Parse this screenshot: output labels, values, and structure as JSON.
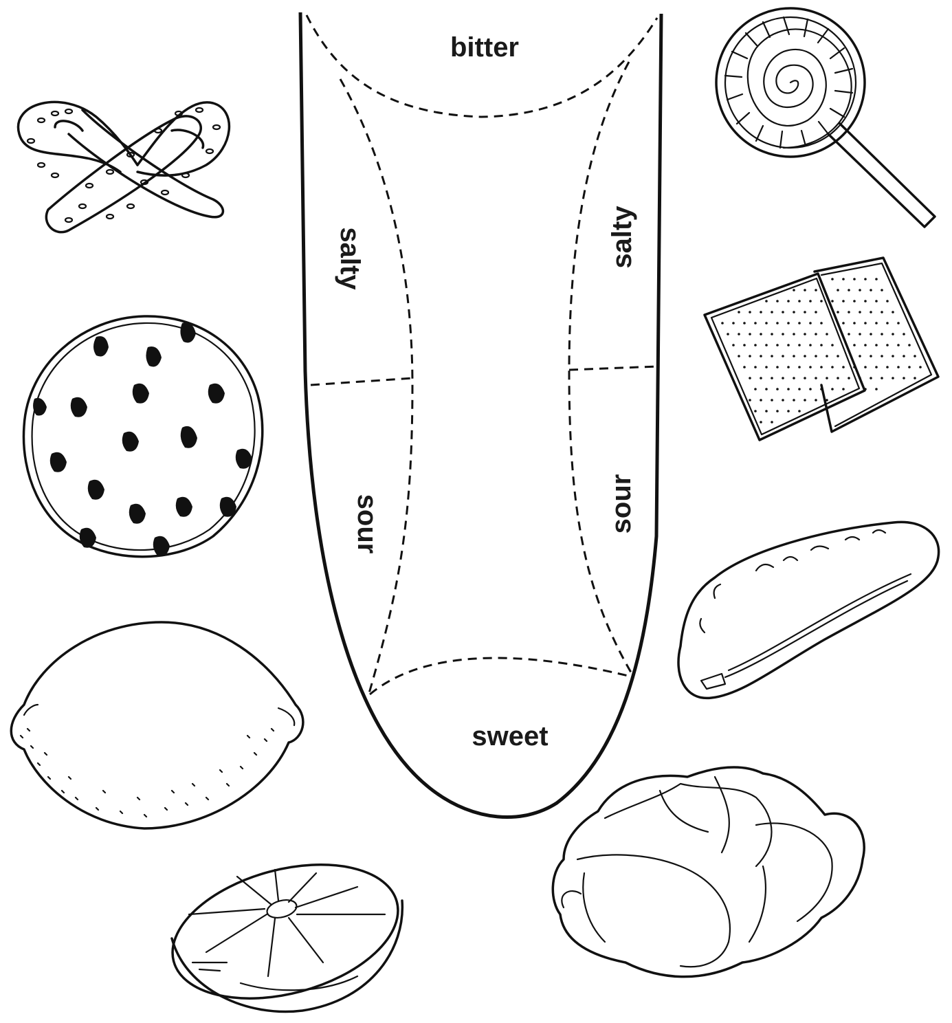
{
  "diagram": {
    "zones": {
      "bitter": "bitter",
      "salty_left": "salty",
      "salty_right": "salty",
      "sour_left": "sour",
      "sour_right": "sour",
      "sweet": "sweet"
    },
    "foods": [
      {
        "name": "pretzel-icon"
      },
      {
        "name": "cookie-icon"
      },
      {
        "name": "lemon-icon"
      },
      {
        "name": "grapefruit-half-icon"
      },
      {
        "name": "lollipop-icon"
      },
      {
        "name": "crackers-icon"
      },
      {
        "name": "pickle-icon"
      },
      {
        "name": "lettuce-icon"
      }
    ]
  }
}
